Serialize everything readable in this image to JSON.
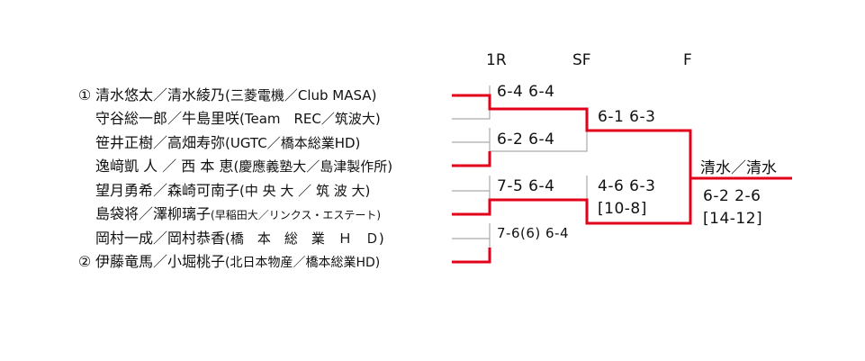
{
  "rounds": {
    "r1": "1R",
    "sf": "SF",
    "f": "F"
  },
  "players": [
    {
      "seed": "①",
      "names": "清水悠太／清水綾乃",
      "affiliation": "(三菱電機／Club MASA)"
    },
    {
      "seed": "",
      "names": "守谷総一郎／牛島里咲",
      "affiliation": "(Team　REC／筑波大)"
    },
    {
      "seed": "",
      "names": "笹井正樹／高畑寿弥",
      "affiliation": "(UGTC／橋本総業HD)"
    },
    {
      "seed": "",
      "names": "逸﨑凱 人 ／ 西 本 恵",
      "affiliation": "(慶應義塾大／島津製作所)"
    },
    {
      "seed": "",
      "names": "望月勇希／森崎可南子",
      "affiliation": "(中 央 大 ／ 筑 波 大)"
    },
    {
      "seed": "",
      "names": "島袋将／澤柳璃子",
      "affiliation": "(早稲田大／リンクス・エステート)"
    },
    {
      "seed": "",
      "names": "岡村一成／岡村恭香",
      "affiliation": "(橋　本　総　業　Ｈ　Ｄ)"
    },
    {
      "seed": "②",
      "names": "伊藤竜馬／小堀桃子",
      "affiliation": "(北日本物産／橋本総業HD)"
    }
  ],
  "scores": {
    "r1": [
      "6-4 6-4",
      "6-2 6-4",
      "7-5 6-4",
      "7-6(6) 6-4"
    ],
    "sf": [
      {
        "line1": "6-1 6-3",
        "line2": ""
      },
      {
        "line1": "4-6 6-3",
        "line2": "[10-8]"
      }
    ],
    "final": {
      "line1": "6-2 2-6",
      "line2": "[14-12]"
    }
  },
  "champion": "清水／清水",
  "colors": {
    "winner_line": "#e3001b",
    "line": "#aaaaaa"
  }
}
